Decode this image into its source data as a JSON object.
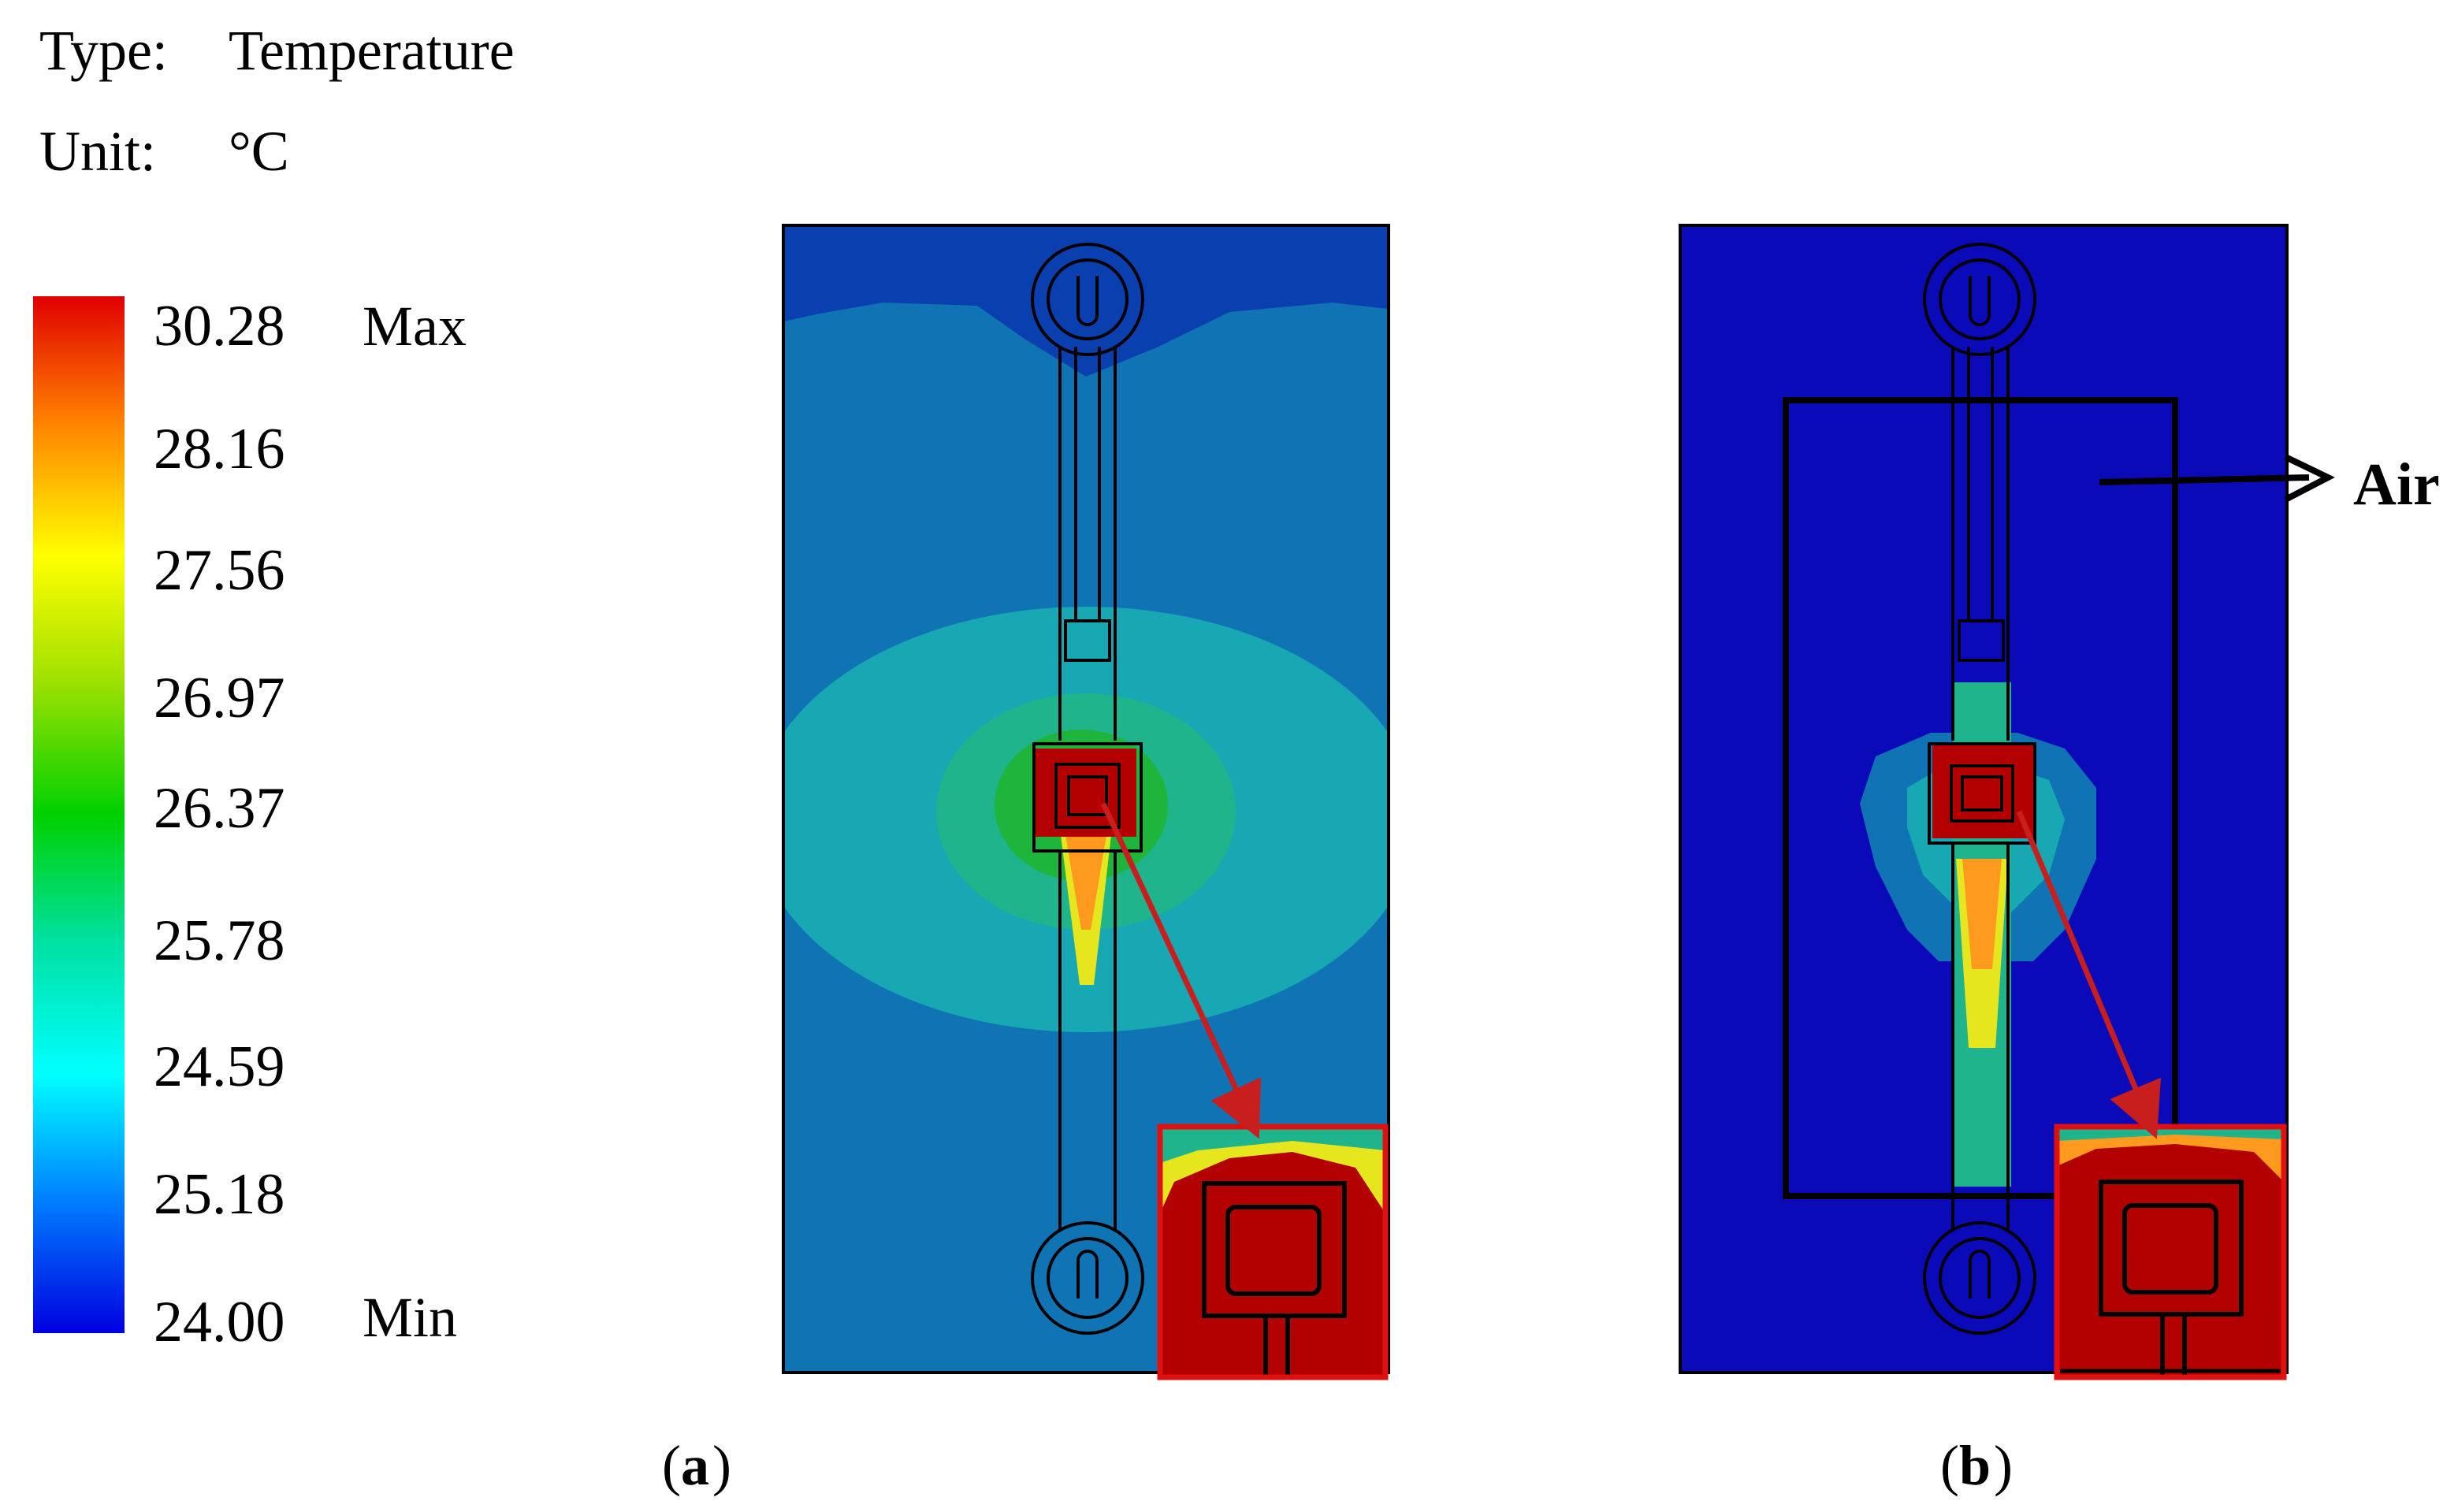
{
  "header": {
    "type_label": "Type:",
    "type_value": "Temperature",
    "unit_label": "Unit:",
    "unit_value": "°C"
  },
  "legend": {
    "ticks": [
      "30.28",
      "28.16",
      "27.56",
      "26.97",
      "26.37",
      "25.78",
      "24.59",
      "25.18",
      "24.00"
    ],
    "max_label": "Max",
    "min_label": "Min",
    "gradient_stops": [
      "#e00000",
      "#ff8000",
      "#ffff00",
      "#a0e000",
      "#00d000",
      "#00e0a0",
      "#00ffff",
      "#0080ff",
      "#0000e0"
    ]
  },
  "colors": {
    "min_blue": "#0a0ab8",
    "cool_blue": "#0f73b4",
    "teal": "#17a8b4",
    "green_teal": "#1fb48c",
    "green": "#1fb43c",
    "yellow": "#e6e61e",
    "orange": "#ff9a1e",
    "hot_red": "#b30000",
    "callout_red": "#e01010",
    "arrow_red": "#c81e1e",
    "outline": "#000000"
  },
  "panels": {
    "a": {
      "caption_open": "(",
      "caption_letter": "a",
      "caption_close": ")"
    },
    "b": {
      "caption_open": "(",
      "caption_letter": "b",
      "caption_close": ")",
      "annotation": "Air"
    }
  }
}
